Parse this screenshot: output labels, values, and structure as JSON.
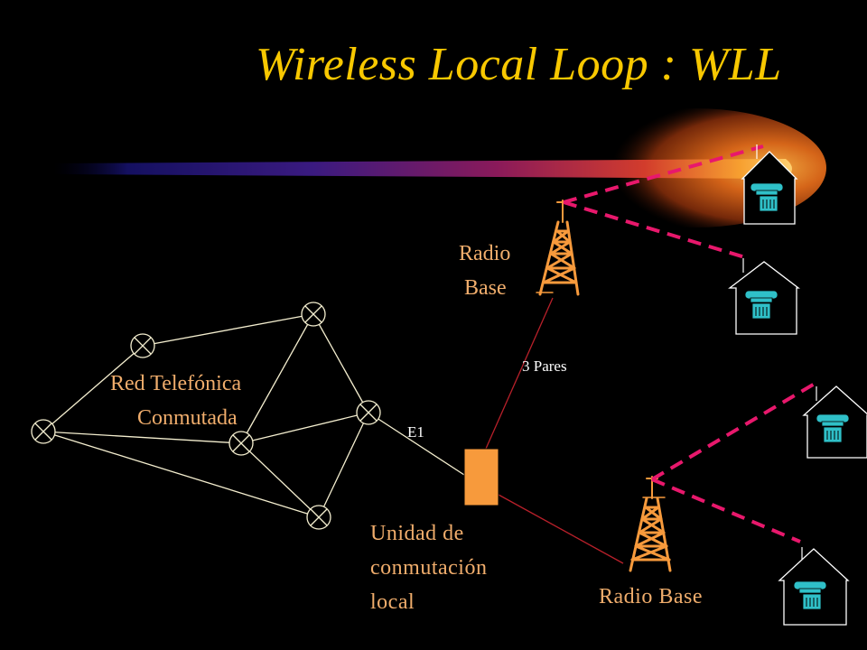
{
  "slide": {
    "title": "Wireless Local Loop : WLL",
    "radio_base_top_line1": "Radio",
    "radio_base_top_line2": "Base",
    "pares_label": "3 Pares",
    "network_label_line1": "Red Telefónica",
    "network_label_line2": "Conmutada",
    "e1_label": "E1",
    "switch_label_line1": "Unidad de",
    "switch_label_line2": "conmutación",
    "switch_label_line3": "local",
    "radio_base_bottom": "Radio Base"
  },
  "colors": {
    "background": "#000000",
    "title": "#f8c800",
    "label": "#f0ad6c",
    "wireless_link": "#e8186c",
    "wire": "#b8202a",
    "network_lines": "#f4eecf",
    "switch_box": "#f79a3c",
    "tower": "#f79a3c",
    "phone": "#2fc0c8"
  },
  "icons": {
    "network_node": "circle-x-icon",
    "tower": "radio-tower-icon",
    "house": "house-icon",
    "phone": "telephone-icon"
  }
}
